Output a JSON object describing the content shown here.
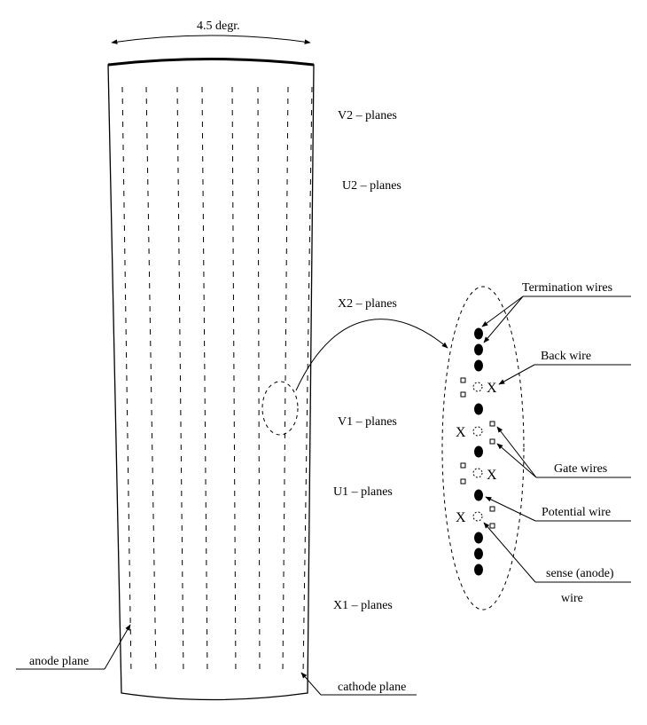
{
  "diagram": {
    "angle_label": "4.5  degr.",
    "plane_labels": {
      "v2": "V2 – planes",
      "u2": "U2 – planes",
      "x2": "X2 – planes",
      "v1": "V1 – planes",
      "u1": "U1 – planes",
      "x1": "X1 – planes"
    },
    "callouts": {
      "anode_plane": "anode plane",
      "cathode_plane": "cathode plane",
      "termination_wires": "Termination wires",
      "back_wire": "Back wire",
      "gate_wires": "Gate wires",
      "potential_wire": "Potential wire",
      "sense_wire_line1": "sense (anode)",
      "sense_wire_line2": "wire"
    }
  }
}
